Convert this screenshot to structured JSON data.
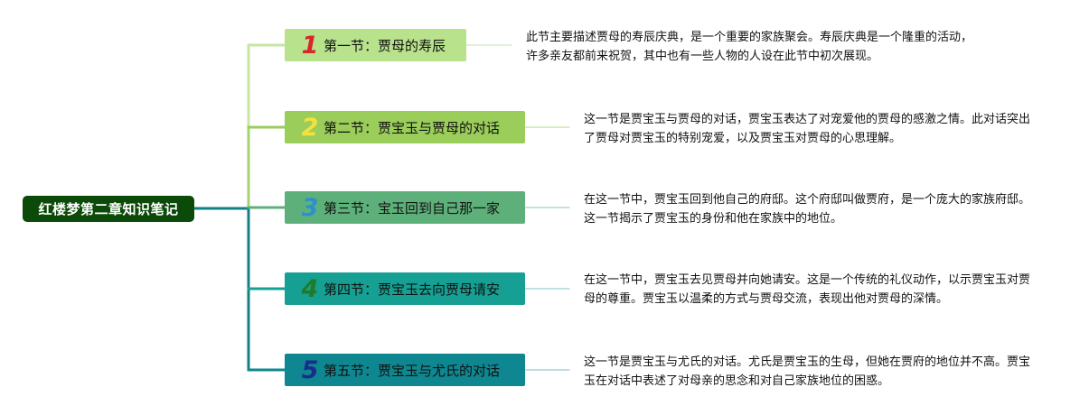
{
  "root": {
    "label": "红楼梦第二章知识笔记",
    "color": "#0b4a08"
  },
  "sections": [
    {
      "number": "1",
      "title": "第一节：贾母的寿辰",
      "description": "此节主要描述贾母的寿辰庆典，是一个重要的家族聚会。寿辰庆典是一个隆重的活动，许多亲友都前来祝贺，其中也有一些人物的人设在此节中初次展现。",
      "box_color": "#b9e28c",
      "number_color": "#d8262b",
      "connector_color": "#c6e6a4"
    },
    {
      "number": "2",
      "title": "第二节：贾宝玉与贾母的对话",
      "description": "这一节是贾宝玉与贾母的对话，贾宝玉表达了对宠爱他的贾母的感激之情。此对话突出了贾母对贾宝玉的特别宠爱，以及贾宝玉对贾母的心思理解。",
      "box_color": "#9acd5a",
      "number_color": "#f5e13b",
      "connector_color": "#b0d88a"
    },
    {
      "number": "3",
      "title": "第三节：宝玉回到自己那一家",
      "description": "在这一节中，贾宝玉回到他自己的府邸。这个府邸叫做贾府，是一个庞大的家族府邸。这一节揭示了贾宝玉的身份和他在家族中的地位。",
      "box_color": "#5eb07a",
      "number_color": "#2d8fd0",
      "connector_color": "#8ac8a8"
    },
    {
      "number": "4",
      "title": "第四节：贾宝玉去向贾母请安",
      "description": "在这一节中，贾宝玉去见贾母并向她请安。这是一个传统的礼仪动作，以示贾宝玉对贾母的尊重。贾宝玉以温柔的方式与贾母交流，表现出他对贾母的深情。",
      "box_color": "#16a093",
      "number_color": "#1f7a2a",
      "connector_color": "#7cc6c4"
    },
    {
      "number": "5",
      "title": "第五节：贾宝玉与尤氏的对话",
      "description": "这一节是贾宝玉与尤氏的对话。尤氏是贾宝玉的生母，但她在贾府的地位并不高。贾宝玉在对话中表述了对母亲的思念和对自己家族地位的困惑。",
      "box_color": "#0e8790",
      "number_color": "#1a2d8a",
      "connector_color": "#7abccc"
    }
  ]
}
